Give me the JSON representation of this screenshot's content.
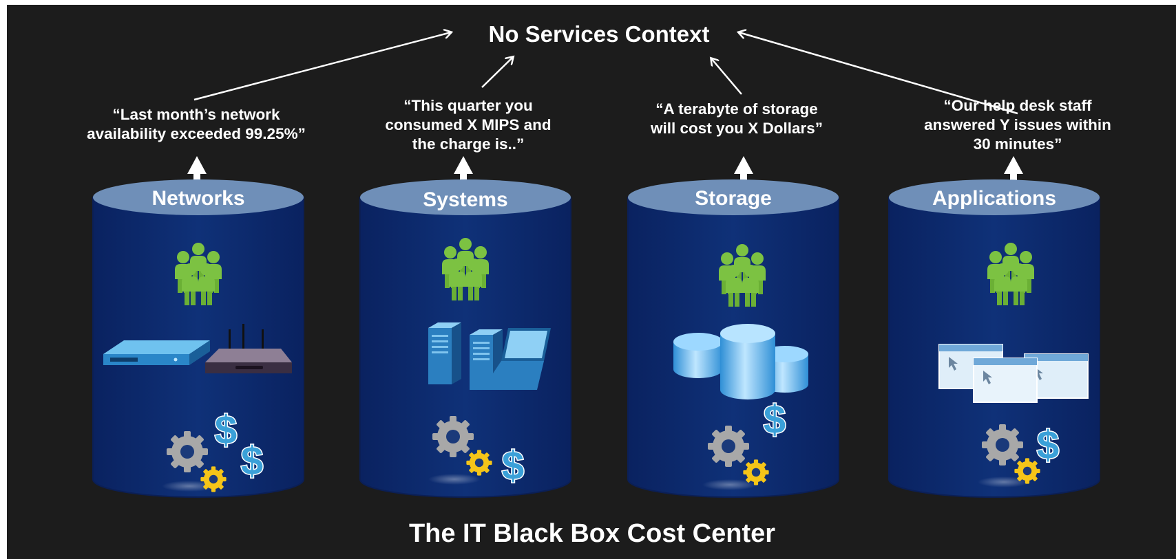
{
  "slide": {
    "top_label": "No Services Context",
    "bottom_title": "The IT Black Box Cost Center"
  },
  "columns": [
    {
      "name": "Networks",
      "quote": "“Last month’s network\navailability exceeded 99.25%”",
      "icons": [
        "people-icon",
        "server-rack-icon",
        "router-icon",
        "gears-icon",
        "dollar-icon"
      ]
    },
    {
      "name": "Systems",
      "quote": "“This quarter you\nconsumed X MIPS and\nthe charge is..”",
      "icons": [
        "people-icon",
        "tower-servers-icon",
        "laptop-icon",
        "gears-icon",
        "dollar-icon"
      ]
    },
    {
      "name": "Storage",
      "quote": "“A terabyte of storage\nwill cost you X Dollars”",
      "icons": [
        "people-icon",
        "storage-drums-icon",
        "gears-icon",
        "dollar-icon"
      ]
    },
    {
      "name": "Applications",
      "quote": "“Our help desk staff\nanswered Y issues within\n30 minutes”",
      "icons": [
        "people-icon",
        "app-windows-icon",
        "gears-icon",
        "dollar-icon"
      ]
    }
  ],
  "colors": {
    "background": "#1c1c1c",
    "cylinder_body": "#0d2a6b",
    "cylinder_top": "#6f8fb8",
    "text": "#ffffff",
    "people": "#7cc242",
    "gear_gray": "#a8a8a8",
    "gear_gold": "#f5c518",
    "dollar": "#3aa0d8"
  }
}
